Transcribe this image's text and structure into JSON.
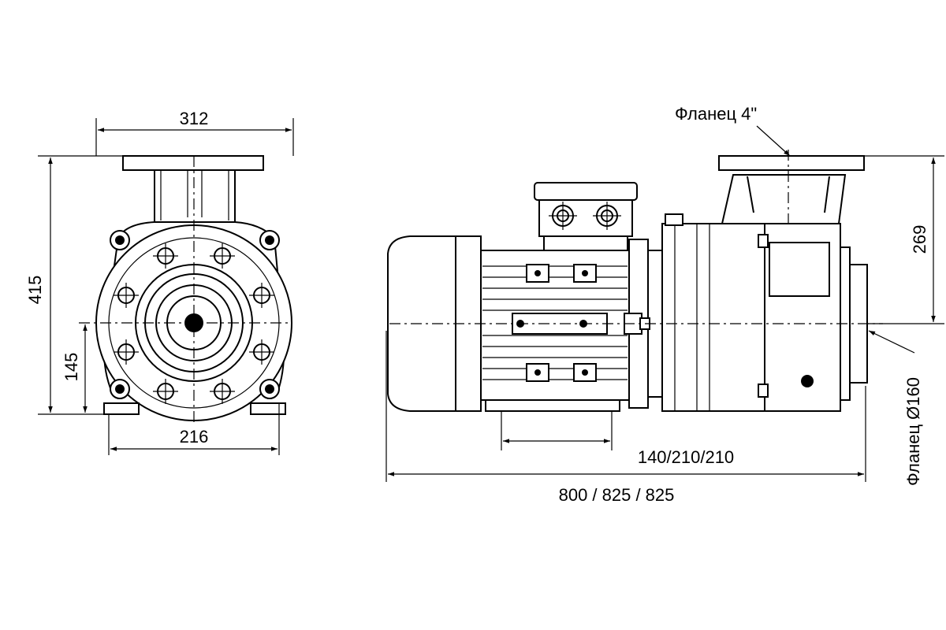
{
  "front_view": {
    "width_top": "312",
    "height_total": "415",
    "axis_height": "145",
    "foot_spacing": "216"
  },
  "side_view": {
    "outlet_flange": "Фланец 4\"",
    "inlet_flange": "Фланец Ø160",
    "outlet_height": "269",
    "foot_spacing": "140/210/210",
    "total_length": "800 / 825 / 825"
  }
}
